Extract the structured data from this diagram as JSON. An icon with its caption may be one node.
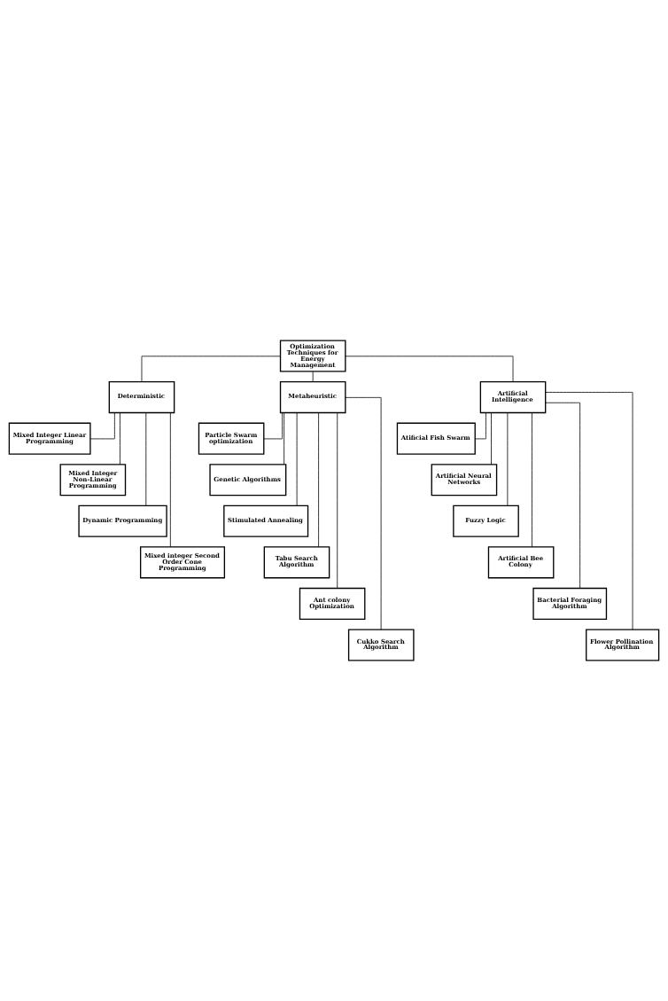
{
  "diagram": {
    "nodes": [
      {
        "text": [
          "Optimization Techniques for Energy Management"
        ]
      },
      {
        "text": [
          "Deterministic"
        ]
      },
      {
        "text": [
          "Metaheuristic"
        ]
      },
      {
        "text": [
          "Artificial Intelligence"
        ]
      },
      {
        "text": [
          "Mixed Integer Linear Programming"
        ]
      },
      {
        "text": [
          "Mixed Integer Non-Linear Programming"
        ]
      },
      {
        "text": [
          "Dynamic Programming"
        ]
      },
      {
        "text": [
          "Mixed integer Second Order Cone Programming"
        ]
      },
      {
        "text": [
          "Particle Swarm optimization"
        ]
      },
      {
        "text": [
          "Genetic Algorithms"
        ]
      },
      {
        "text": [
          "Stimulated Annealing"
        ]
      },
      {
        "text": [
          "Tabu Search Algorithm"
        ]
      },
      {
        "text": [
          "Ant colony Optimization"
        ]
      },
      {
        "text": [
          "Cukko Search Algorithm"
        ]
      },
      {
        "text": [
          "Atificial Fish Swarm"
        ]
      },
      {
        "text": [
          "Artificial Neural Networks"
        ]
      },
      {
        "text": [
          "Fuzzy Logic"
        ]
      },
      {
        "text": [
          "Artificial Bee Colony"
        ]
      },
      {
        "text": [
          "Bacterial Foraging Algorithm"
        ]
      },
      {
        "text": [
          "Flower Pollination Algorithm"
        ]
      }
    ],
    "edges": [
      {
        "from": 0,
        "to": 1,
        "arrow": "none"
      },
      {
        "from": 0,
        "to": 2,
        "arrow": "none"
      },
      {
        "from": 0,
        "to": 3,
        "arrow": "none"
      },
      {
        "from": 1,
        "to": 4,
        "arrow": "none"
      },
      {
        "from": 1,
        "to": 5,
        "arrow": "none"
      },
      {
        "from": 1,
        "to": 6,
        "arrow": "none"
      },
      {
        "from": 1,
        "to": 7,
        "arrow": "none"
      },
      {
        "from": 2,
        "to": 8,
        "arrow": "none"
      },
      {
        "from": 2,
        "to": 9,
        "arrow": "none"
      },
      {
        "from": 2,
        "to": 10,
        "arrow": "none"
      },
      {
        "from": 2,
        "to": 11,
        "arrow": "none"
      },
      {
        "from": 2,
        "to": 12,
        "arrow": "none"
      },
      {
        "from": 2,
        "to": 13,
        "arrow": "none"
      },
      {
        "from": 3,
        "to": 14,
        "arrow": "none"
      },
      {
        "from": 3,
        "to": 15,
        "arrow": "none"
      },
      {
        "from": 3,
        "to": 16,
        "arrow": "none"
      },
      {
        "from": 3,
        "to": 17,
        "arrow": "none"
      },
      {
        "from": 3,
        "to": 18,
        "arrow": "none"
      },
      {
        "from": 3,
        "to": 19,
        "arrow": "none"
      }
    ]
  }
}
